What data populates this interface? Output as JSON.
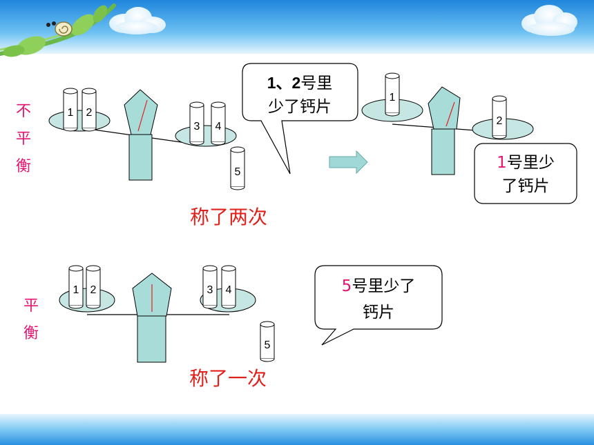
{
  "colors": {
    "banner_top": "#2a8fe0",
    "banner_bottom": "#cfeafb",
    "pan_fill": "#c6e6e4",
    "pillar_fill": "#a8dcd8",
    "accent_pink": "#e8126f",
    "caption_red": "#e0201a",
    "arrow_fill": "#9fd8d6"
  },
  "decoration": {
    "icon": "snail-on-vine-icon"
  },
  "top_scene": {
    "side_label": [
      "不",
      "平",
      "衡"
    ],
    "left_pan_labels": [
      "1",
      "2"
    ],
    "right_pan_labels": [
      "3",
      "4"
    ],
    "outside_label": "5",
    "caption": "称了两次",
    "bubble": {
      "line1_bold": "1、2",
      "line1_rest": "号里",
      "line2": "少了钙片"
    }
  },
  "result_scene": {
    "left_pan_labels": [
      "1"
    ],
    "right_pan_labels": [
      "2"
    ],
    "bubble": {
      "line1_accent": "1",
      "line1_rest": "号里少",
      "line2": "了钙片"
    }
  },
  "bottom_scene": {
    "side_label": [
      "平",
      "衡"
    ],
    "left_pan_labels": [
      "1",
      "2"
    ],
    "right_pan_labels": [
      "3",
      "4"
    ],
    "outside_label": "5",
    "caption": "称了一次",
    "bubble": {
      "line1_accent": "5",
      "line1_rest": "号里少了",
      "line2": "钙片"
    }
  }
}
